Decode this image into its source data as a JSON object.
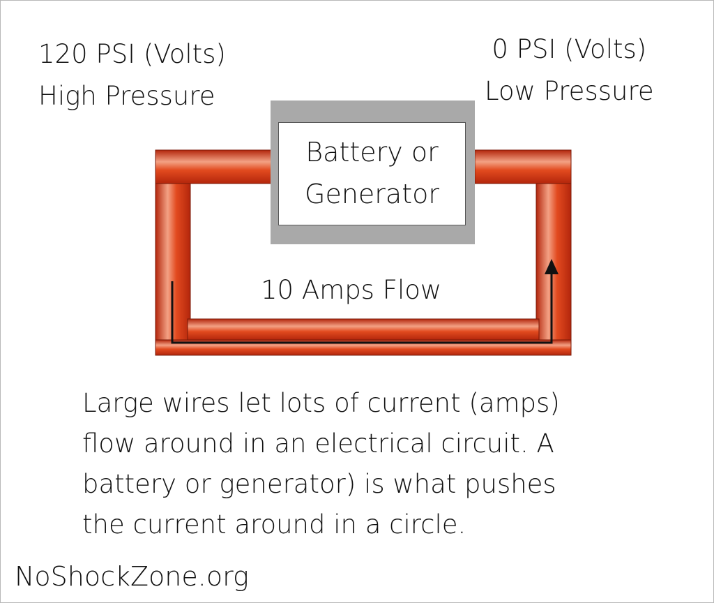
{
  "labels": {
    "high_line1": "120 PSI (Volts)",
    "high_line2": "High Pressure",
    "low_line1": "0 PSI (Volts)",
    "low_line2": "Low Pressure",
    "battery": "Battery or\nGenerator",
    "flow": "10 Amps Flow",
    "caption": "Large wires let lots of current (amps)\nflow around in an electrical circuit. A\nbattery or generator) is what pushes\nthe current around in a circle.",
    "site": "NoShockZone.org"
  },
  "colors": {
    "pipe_dark": "#b3260c",
    "pipe_mid": "#e24a1f",
    "pipe_light": "#f3a184",
    "battery_frame": "#a9a9a9",
    "flow_line": "#111111"
  }
}
